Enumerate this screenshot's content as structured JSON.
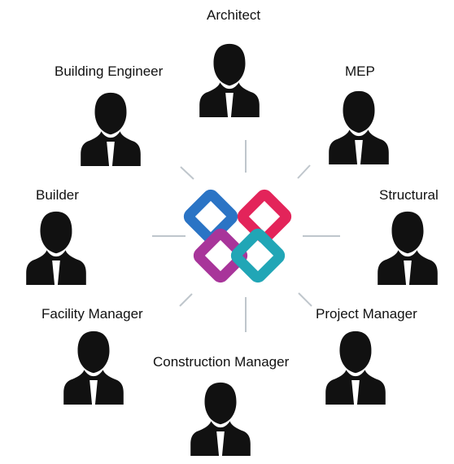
{
  "diagram": {
    "center": {
      "icon": "interlocking-squares-logo-icon",
      "colors": {
        "blue": "#2b74c5",
        "red": "#e3245a",
        "purple": "#a8359a",
        "teal": "#21a6b6"
      }
    },
    "spoke_color": "#bfc6cc",
    "roles": [
      {
        "label": "Architect",
        "icon": "person-silhouette-icon"
      },
      {
        "label": "Building Engineer",
        "icon": "person-silhouette-icon"
      },
      {
        "label": "MEP",
        "icon": "person-silhouette-icon"
      },
      {
        "label": "Builder",
        "icon": "person-silhouette-icon"
      },
      {
        "label": "Structural",
        "icon": "person-silhouette-icon"
      },
      {
        "label": "Facility Manager",
        "icon": "person-silhouette-icon"
      },
      {
        "label": "Project Manager",
        "icon": "person-silhouette-icon"
      },
      {
        "label": "Construction Manager",
        "icon": "person-silhouette-icon"
      }
    ]
  }
}
